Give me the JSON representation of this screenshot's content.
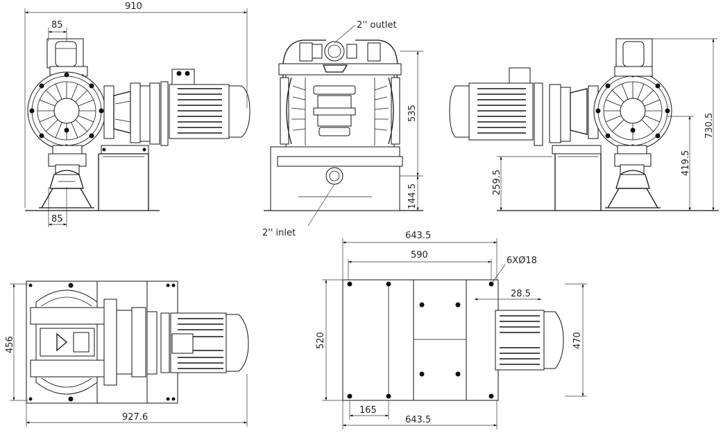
{
  "dimensions": {
    "front_overall_width": "910",
    "front_outlet_offset": "85",
    "front_inlet_offset": "85",
    "pump_height_outlet": "535",
    "pump_height_inlet": "144.5",
    "side_overall_height": "730.5",
    "side_inlet_height": "419.5",
    "side_base_height": "259.5",
    "top_overall_length": "927.6",
    "top_width": "456",
    "base_length_outer": "643.5",
    "base_hole_spacing": "590",
    "base_holes": "6XØ18",
    "base_edge_offset": "28.5",
    "base_width": "520",
    "base_hole_width": "470",
    "base_offset_bottom": "165",
    "base_length_bottom": "643.5"
  },
  "callouts": {
    "outlet": "2'' outlet",
    "inlet": "2'' inlet"
  }
}
